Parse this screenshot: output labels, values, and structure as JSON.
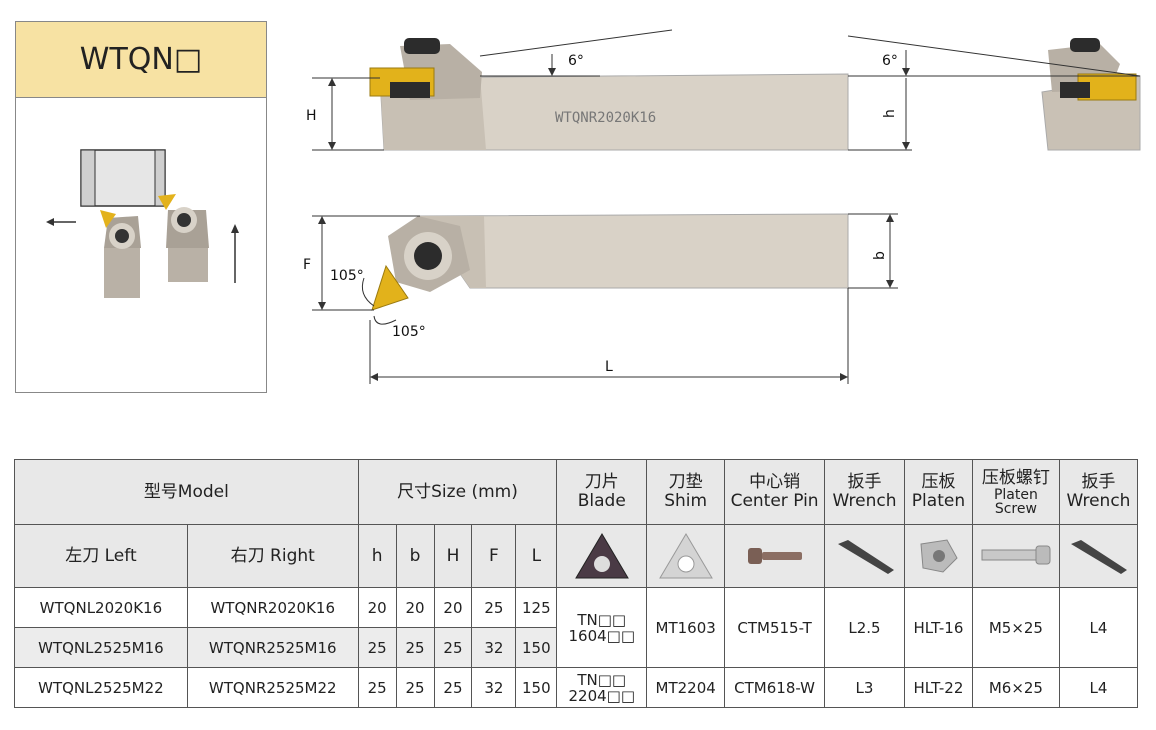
{
  "title": "WTQN□",
  "diagram": {
    "angle_top": "6°",
    "angle_right": "6°",
    "dim_H": "H",
    "dim_h": "h",
    "dim_F": "F",
    "dim_b": "b",
    "dim_L": "L",
    "angle_a": "105°",
    "angle_b": "105°",
    "engraving": "WTQNR2020K16"
  },
  "table": {
    "model": "型号Model",
    "size": "尺寸Size (mm)",
    "blade_cn": "刀片",
    "blade_en": "Blade",
    "shim_cn": "刀垫",
    "shim_en": "Shim",
    "pin_cn": "中心销",
    "pin_en": "Center Pin",
    "wrench_cn": "扳手",
    "wrench_en": "Wrench",
    "platen_cn": "压板",
    "platen_en": "Platen",
    "screw_cn": "压板螺钉",
    "screw_en1": "Platen",
    "screw_en2": "Screw",
    "wrench2_cn": "扳手",
    "wrench2_en": "Wrench",
    "left": "左刀 Left",
    "right": "右刀 Right",
    "cols": [
      "h",
      "b",
      "H",
      "F",
      "L"
    ],
    "rows": [
      {
        "left": "WTQNL2020K16",
        "right": "WTQNR2020K16",
        "h": "20",
        "b": "20",
        "H": "20",
        "F": "25",
        "L": "125"
      },
      {
        "left": "WTQNL2525M16",
        "right": "WTQNR2525M16",
        "h": "25",
        "b": "25",
        "H": "25",
        "F": "32",
        "L": "150"
      },
      {
        "left": "WTQNL2525M22",
        "right": "WTQNR2525M22",
        "h": "25",
        "b": "25",
        "H": "25",
        "F": "32",
        "L": "150"
      }
    ],
    "group1": {
      "blade1": "TN□□",
      "blade2": "1604□□",
      "shim": "MT1603",
      "pin": "CTM515-T",
      "wrench": "L2.5",
      "platen": "HLT-16",
      "screw": "M5×25",
      "wrench2": "L4"
    },
    "group2": {
      "blade1": "TN□□",
      "blade2": "2204□□",
      "shim": "MT2204",
      "pin": "CTM618-W",
      "wrench": "L3",
      "platen": "HLT-22",
      "screw": "M6×25",
      "wrench2": "L4"
    }
  }
}
